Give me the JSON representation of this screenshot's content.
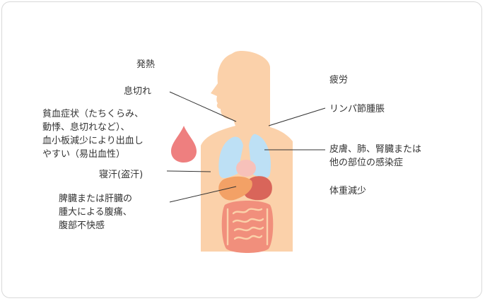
{
  "symptoms": {
    "fever": [
      "発熱"
    ],
    "breathlessness": [
      "息切れ"
    ],
    "anemia": [
      "貧血症状（たちくらみ、",
      "動悸、息切れなど）、",
      "血小板減少により出血し",
      "やすい（易出血性）"
    ],
    "night_sweats": [
      "寝汗(盗汗)"
    ],
    "spleen_liver": [
      "脾臓または肝臓の",
      "腫大による腹痛、",
      "腹部不快感"
    ],
    "fatigue": [
      "疲労"
    ],
    "lymph_nodes": [
      "リンパ節腫脹"
    ],
    "infection": [
      "皮膚、肺、腎臓または",
      "他の部位の感染症"
    ],
    "weight_loss": [
      "体重減少"
    ]
  },
  "colors": {
    "skin": "#fbd1aa",
    "lungs": "#bde0f5",
    "thyroid": "#f7c1ba",
    "liver": "#f3a166",
    "stomach": "#d9655a",
    "intestines": "#f18f7c",
    "blood_drop": "#ee7f7f",
    "leader_lines": "#333333",
    "card_border": "#d9d9d9"
  },
  "icons": [
    "blood-drop-icon",
    "human-torso-illustration"
  ]
}
